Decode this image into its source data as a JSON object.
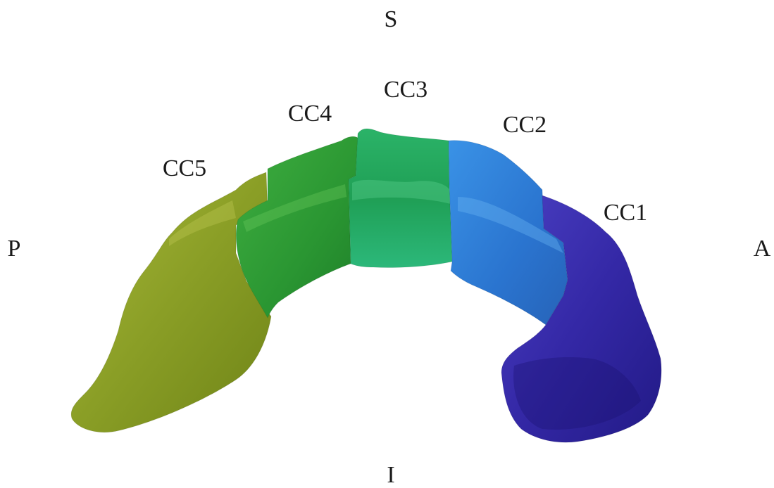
{
  "orientation": {
    "superior": "S",
    "inferior": "I",
    "posterior": "P",
    "anterior": "A"
  },
  "segments": [
    {
      "id": "cc1",
      "label": "CC1",
      "color": "#3a2fa8"
    },
    {
      "id": "cc2",
      "label": "CC2",
      "color": "#2f7fd6"
    },
    {
      "id": "cc3",
      "label": "CC3",
      "color": "#24a660"
    },
    {
      "id": "cc4",
      "label": "CC4",
      "color": "#2f9a3a"
    },
    {
      "id": "cc5",
      "label": "CC5",
      "color": "#8ea32a"
    }
  ]
}
